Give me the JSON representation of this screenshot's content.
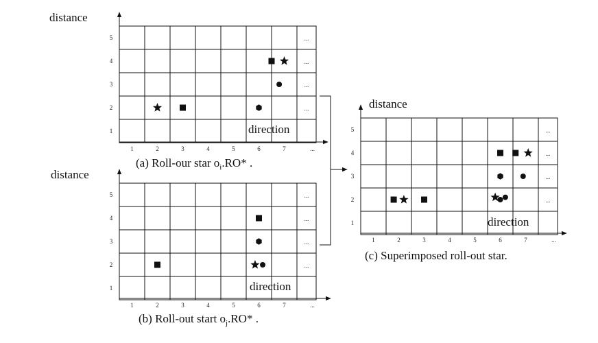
{
  "panels": [
    {
      "id": "a",
      "ylabel": "distance",
      "x_ticks": [
        "1",
        "2",
        "3",
        "4",
        "5",
        "6",
        "7",
        "..."
      ],
      "y_ticks": [
        "1",
        "2",
        "3",
        "4",
        "5"
      ],
      "ellipsis": "...",
      "direction_label": "direction",
      "caption": {
        "before": "(a) Roll-our star o",
        "sub": "i",
        "after": ".RO* ."
      },
      "markers": [
        {
          "shape": "star",
          "x": 2.0,
          "y": 2
        },
        {
          "shape": "square",
          "x": 3.0,
          "y": 2
        },
        {
          "shape": "hexagon",
          "x": 6.0,
          "y": 2
        },
        {
          "shape": "circle",
          "x": 6.8,
          "y": 3
        },
        {
          "shape": "square",
          "x": 6.5,
          "y": 4
        },
        {
          "shape": "star",
          "x": 7.0,
          "y": 4
        }
      ]
    },
    {
      "id": "b",
      "ylabel": "distance",
      "x_ticks": [
        "1",
        "2",
        "3",
        "4",
        "5",
        "6",
        "7",
        "..."
      ],
      "y_ticks": [
        "1",
        "2",
        "3",
        "4",
        "5"
      ],
      "ellipsis": "...",
      "direction_label": "direction",
      "caption": {
        "before": "(b) Roll-out start o",
        "sub": "j",
        "after": ".RO* ."
      },
      "markers": [
        {
          "shape": "square",
          "x": 2.0,
          "y": 2
        },
        {
          "shape": "star",
          "x": 5.85,
          "y": 2
        },
        {
          "shape": "circle",
          "x": 6.15,
          "y": 2
        },
        {
          "shape": "hexagon",
          "x": 6.0,
          "y": 3
        },
        {
          "shape": "square",
          "x": 6.0,
          "y": 4
        }
      ]
    },
    {
      "id": "c",
      "ylabel": "distance",
      "x_ticks": [
        "1",
        "2",
        "3",
        "4",
        "5",
        "6",
        "7",
        "..."
      ],
      "y_ticks": [
        "1",
        "2",
        "3",
        "4",
        "5"
      ],
      "ellipsis": "...",
      "direction_label": "direction",
      "caption": {
        "before": "(c) Superimposed roll-out star.",
        "sub": "",
        "after": ""
      },
      "markers": [
        {
          "shape": "square",
          "x": 1.8,
          "y": 2
        },
        {
          "shape": "star",
          "x": 2.2,
          "y": 2
        },
        {
          "shape": "square",
          "x": 3.0,
          "y": 2
        },
        {
          "shape": "star",
          "x": 5.8,
          "y": 2.1
        },
        {
          "shape": "circle",
          "x": 6.0,
          "y": 2
        },
        {
          "shape": "circle",
          "x": 6.2,
          "y": 2.1
        },
        {
          "shape": "hexagon",
          "x": 6.0,
          "y": 3
        },
        {
          "shape": "circle",
          "x": 6.9,
          "y": 3
        },
        {
          "shape": "square",
          "x": 6.0,
          "y": 4
        },
        {
          "shape": "square",
          "x": 6.6,
          "y": 4
        },
        {
          "shape": "star",
          "x": 7.1,
          "y": 4
        }
      ]
    }
  ]
}
